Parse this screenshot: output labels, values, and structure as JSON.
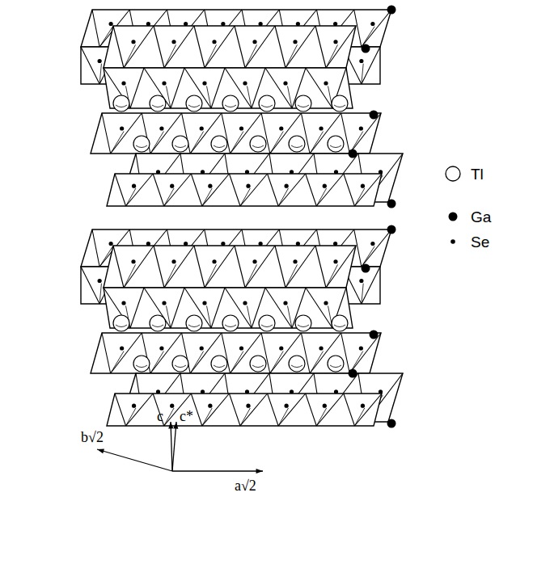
{
  "diagram": {
    "labels": [
      "c",
      "c*",
      "b√2",
      "a√2"
    ],
    "legend": [
      {
        "text": "Tl"
      },
      {
        "text": "Ga"
      },
      {
        "text": "Se"
      }
    ]
  }
}
